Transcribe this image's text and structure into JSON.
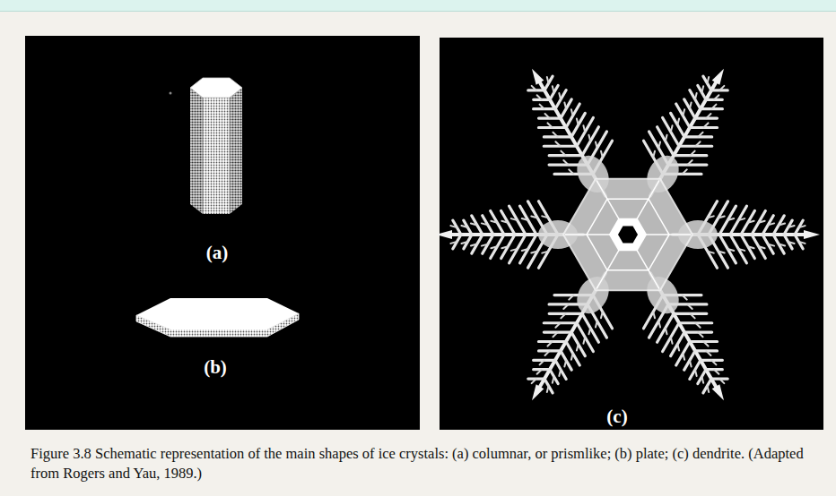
{
  "diagram": {
    "caption": "Figure 3.8 Schematic representation of the main shapes of ice crystals: (a) columnar, or prismlike; (b) plate; (c) dendrite. (Adapted from Rogers and Yau, 1989.)",
    "labels": [
      "(a)",
      "(b)",
      "(c)"
    ]
  }
}
